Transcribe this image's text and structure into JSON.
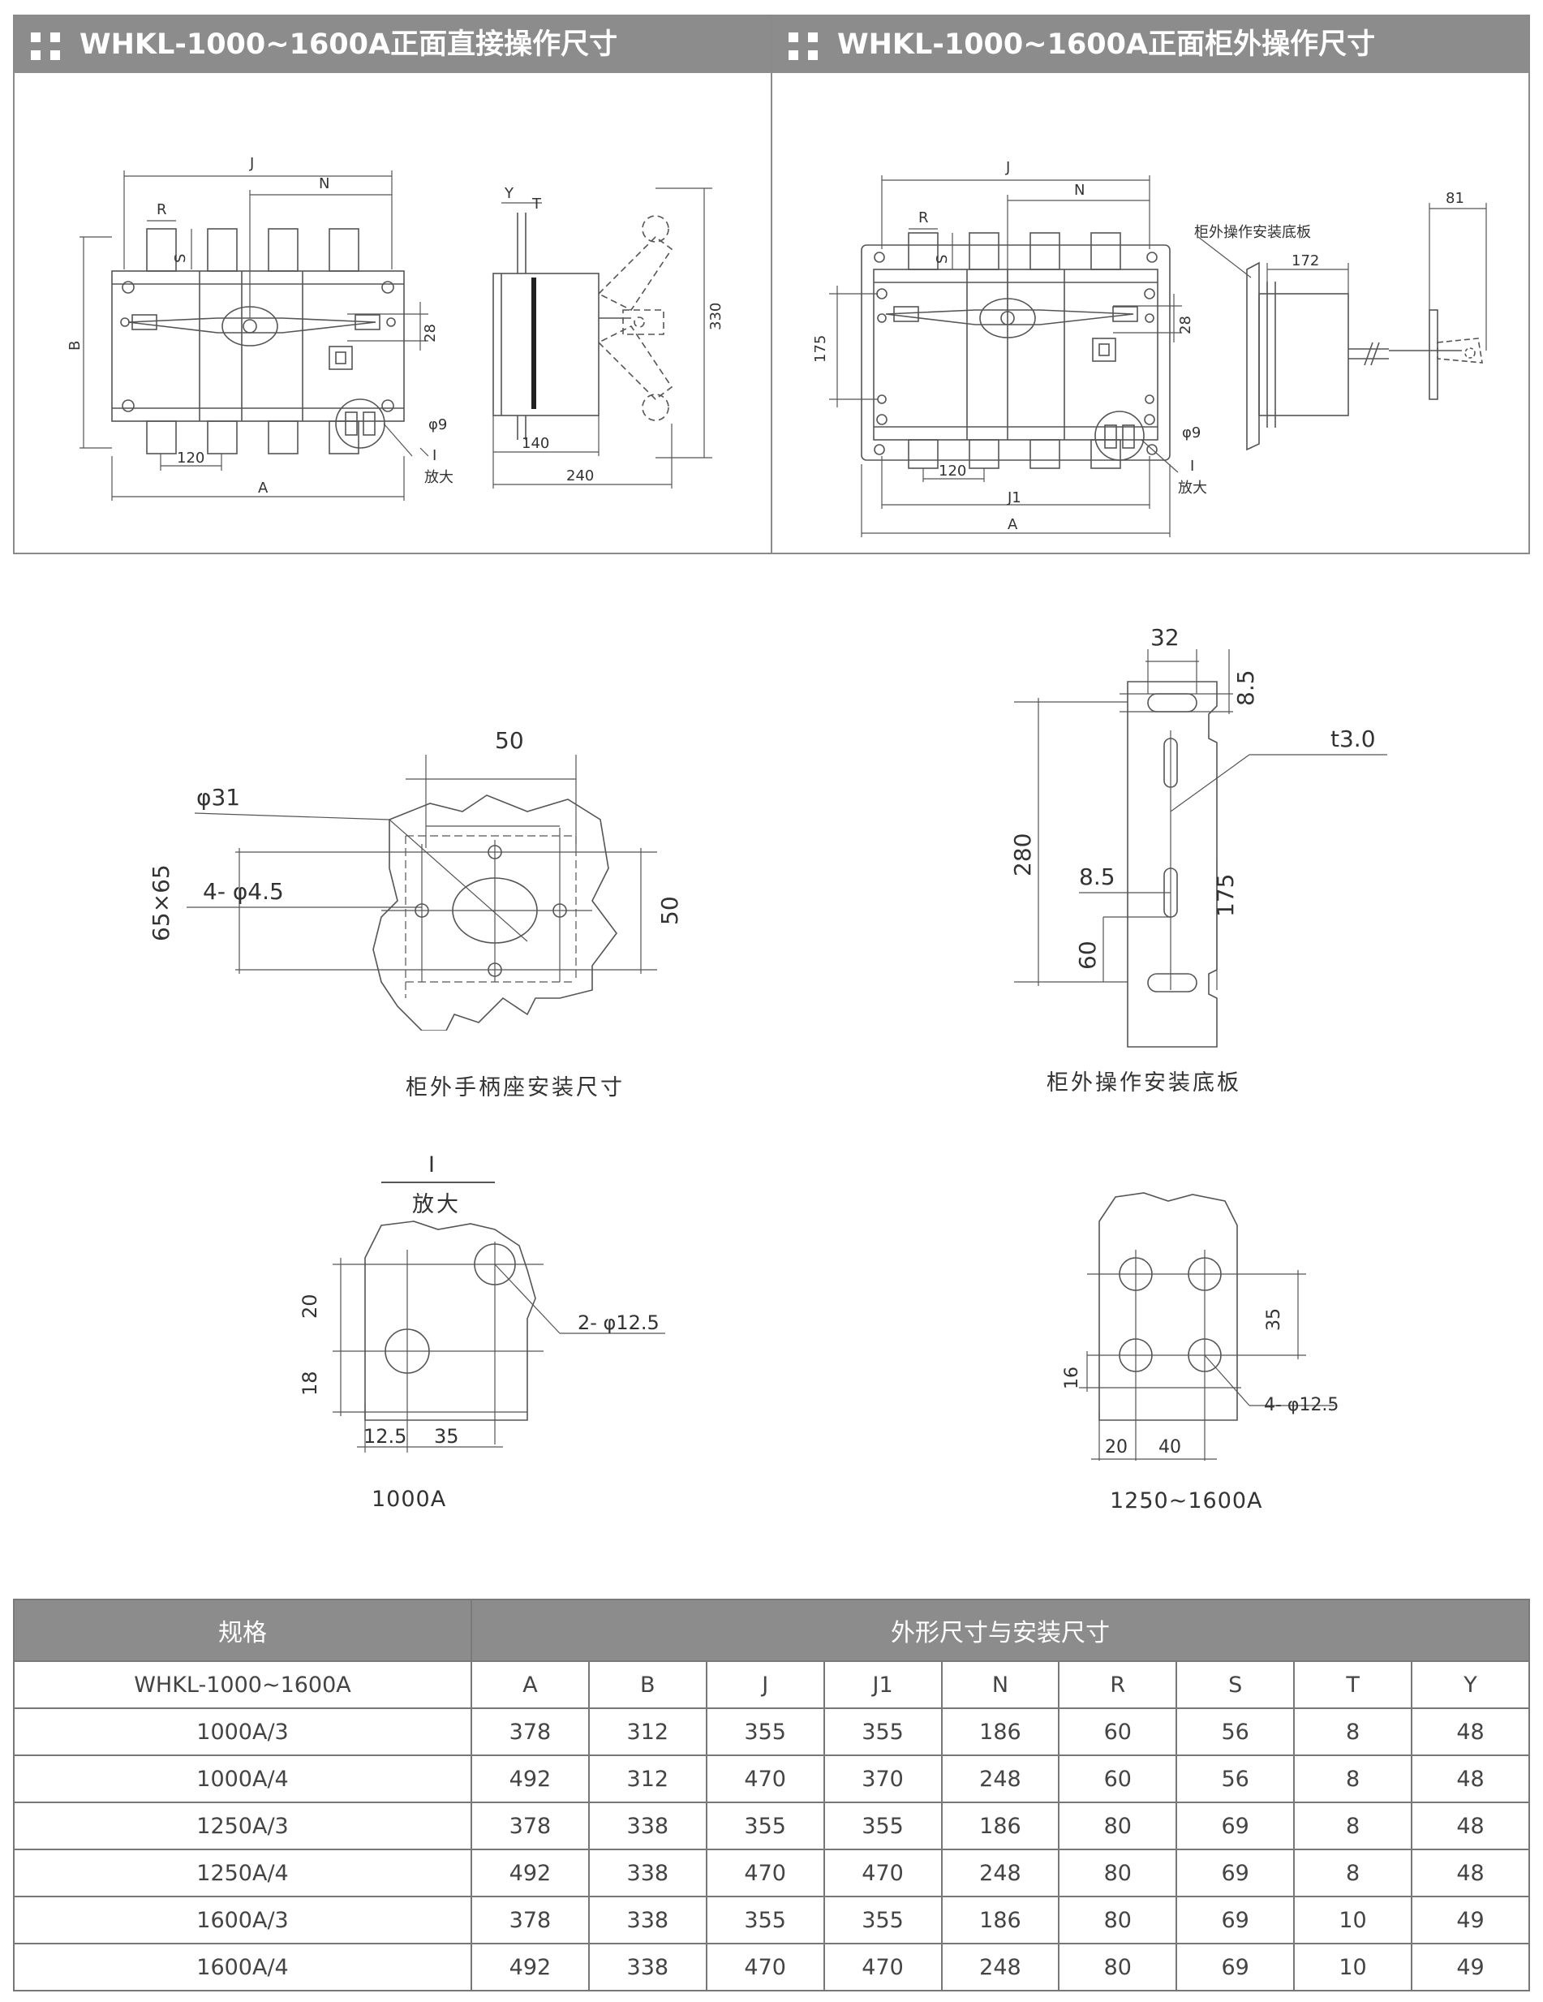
{
  "panels": {
    "left_title": "WHKL-1000~1600A正面直接操作尺寸",
    "right_title": "WHKL-1000~1600A正面柜外操作尺寸"
  },
  "labels": {
    "J": "J",
    "N": "N",
    "R": "R",
    "S": "S",
    "B": "B",
    "A": "A",
    "J1": "J1",
    "Y": "Y",
    "T": "T",
    "d28": "28",
    "d120": "120",
    "phi9": "φ9",
    "roman1": "I",
    "enlarge": "放大",
    "d140": "140",
    "d240": "240",
    "d330": "330",
    "d175": "175",
    "d172": "172",
    "d81": "81",
    "plate_note": "柜外操作安装底板",
    "d50a": "50",
    "phi31": "φ31",
    "four_phi45": "4- φ4.5",
    "d65x65": "65×65",
    "d50b": "50",
    "d32": "32",
    "d85a": "8.5",
    "t30": "t3.0",
    "d280": "280",
    "d175b": "175",
    "d85b": "8.5",
    "d60": "60",
    "d20": "20",
    "d18": "18",
    "two_phi125": "2- φ12.5",
    "d125": "12.5",
    "d35a": "35",
    "d35b": "35",
    "d16": "16",
    "four_phi125": "4- φ12.5",
    "d20b": "20",
    "d40": "40"
  },
  "captions": {
    "handle_seat": "柜外手柄座安装尺寸",
    "mount_plate": "柜外操作安装底板",
    "enlarge": "放大",
    "size_1000": "1000A",
    "size_1250": "1250~1600A"
  },
  "table": {
    "spec_header": "规格",
    "dims_header": "外形尺寸与安装尺寸",
    "model": "WHKL-1000~1600A",
    "columns": [
      "A",
      "B",
      "J",
      "J1",
      "N",
      "R",
      "S",
      "T",
      "Y"
    ],
    "rows": [
      {
        "name": "1000A/3",
        "values": [
          "378",
          "312",
          "355",
          "355",
          "186",
          "60",
          "56",
          "8",
          "48"
        ]
      },
      {
        "name": "1000A/4",
        "values": [
          "492",
          "312",
          "470",
          "370",
          "248",
          "60",
          "56",
          "8",
          "48"
        ]
      },
      {
        "name": "1250A/3",
        "values": [
          "378",
          "338",
          "355",
          "355",
          "186",
          "80",
          "69",
          "8",
          "48"
        ]
      },
      {
        "name": "1250A/4",
        "values": [
          "492",
          "338",
          "470",
          "470",
          "248",
          "80",
          "69",
          "8",
          "48"
        ]
      },
      {
        "name": "1600A/3",
        "values": [
          "378",
          "338",
          "355",
          "355",
          "186",
          "80",
          "69",
          "10",
          "49"
        ]
      },
      {
        "name": "1600A/4",
        "values": [
          "492",
          "338",
          "470",
          "470",
          "248",
          "80",
          "69",
          "10",
          "49"
        ]
      }
    ]
  }
}
